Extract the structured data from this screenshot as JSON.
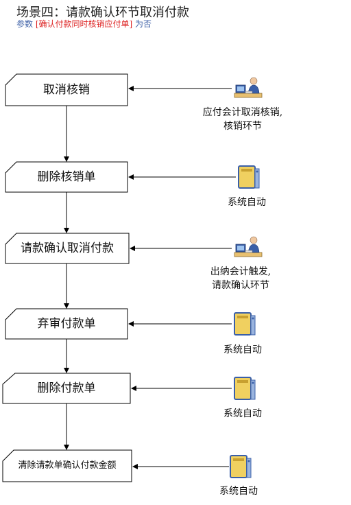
{
  "header": {
    "title": "场景四：请款确认环节取消付款",
    "param_prefix": "参数",
    "param_value": "[确认付款同时核销应付单]",
    "param_suffix": "为否"
  },
  "steps": [
    {
      "label": "取消核销"
    },
    {
      "label": "删除核销单"
    },
    {
      "label": "请款确认取消付款"
    },
    {
      "label": "弃审付款单"
    },
    {
      "label": "删除付款单"
    },
    {
      "label": "清除请款单确认付款金额"
    }
  ],
  "actors": [
    {
      "icon": "person-at-computer-icon",
      "line1": "应付会计取消核销,",
      "line2": "核销环节"
    },
    {
      "icon": "server-computer-icon",
      "line1": "系统自动",
      "line2": ""
    },
    {
      "icon": "person-at-computer-icon",
      "line1": "出纳会计触发,",
      "line2": "请款确认环节"
    },
    {
      "icon": "server-computer-icon",
      "line1": "系统自动",
      "line2": ""
    },
    {
      "icon": "server-computer-icon",
      "line1": "系统自动",
      "line2": ""
    },
    {
      "icon": "server-computer-icon",
      "line1": "系统自动",
      "line2": ""
    }
  ],
  "colors": {
    "param_prefix": "#4466aa",
    "param_value": "#dd2222",
    "box_fill": "#ffffff",
    "box_stroke": "#000000",
    "icon_blue": "#3a5fa8",
    "icon_yellow": "#f0d060"
  }
}
